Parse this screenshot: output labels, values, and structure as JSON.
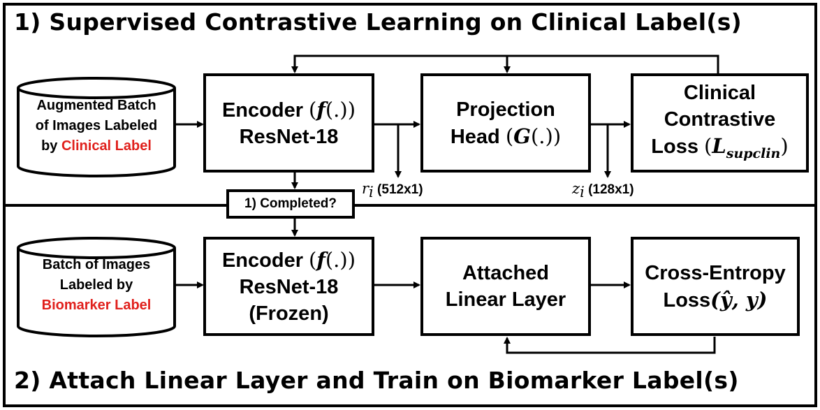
{
  "section1": {
    "title": "1) Supervised Contrastive Learning on Clinical Label(s)",
    "dataset": {
      "line1": "Augmented Batch",
      "line2": "of Images Labeled",
      "line3_prefix": "by ",
      "line3_label": "Clinical Label"
    },
    "encoder": {
      "prefix": "Encoder ",
      "func": "f",
      "arg": "(.)",
      "line2": "ResNet-18"
    },
    "projection": {
      "line1": "Projection",
      "prefix": "Head ",
      "func": "G",
      "arg": "(.)"
    },
    "loss": {
      "line1": "Clinical",
      "line2": "Contrastive",
      "prefix": "Loss ",
      "sym": "L",
      "sub": "supclin"
    },
    "r_label": {
      "sym": "r",
      "sub": "i",
      "dim": " (512x1)"
    },
    "z_label": {
      "sym": "z",
      "sub": "i",
      "dim": " (128x1)"
    },
    "gate": "1) Completed?"
  },
  "section2": {
    "title": "2) Attach Linear Layer and Train on Biomarker Label(s)",
    "dataset": {
      "line1": "Batch of Images",
      "line2": "Labeled by",
      "line3_label": "Biomarker Label"
    },
    "encoder": {
      "prefix": "Encoder ",
      "func": "f",
      "arg": "(.)",
      "line2": "ResNet-18",
      "line3": "(Frozen)"
    },
    "linear": {
      "line1": "Attached",
      "line2": "Linear Layer"
    },
    "loss": {
      "line1": "Cross-Entropy",
      "prefix": "Loss",
      "args": "(ŷ, y)"
    }
  },
  "colors": {
    "accent_red": "#e0201c",
    "line": "#000000"
  }
}
